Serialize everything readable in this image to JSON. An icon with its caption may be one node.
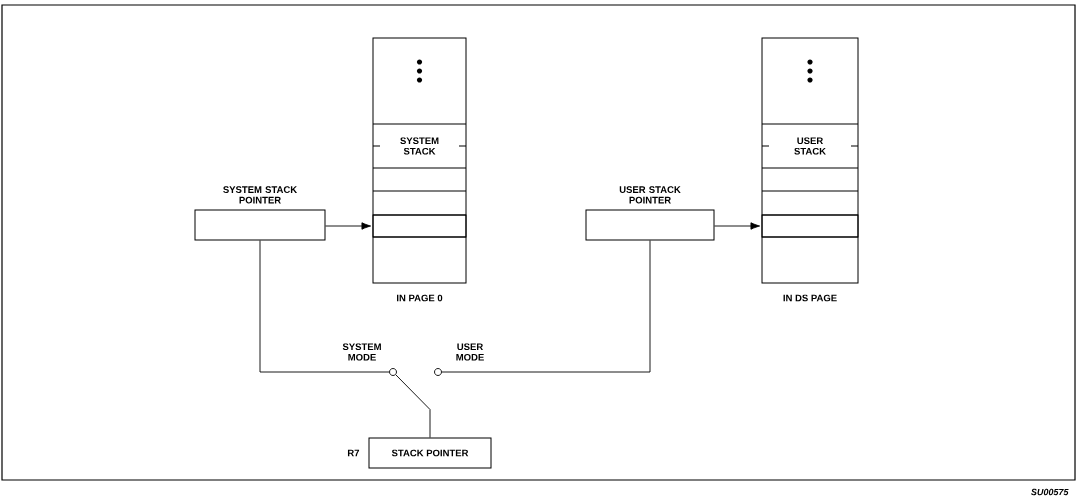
{
  "diagram": {
    "nodes": [
      {
        "text": [
          "SYSTEM STACK POINTER"
        ]
      },
      {
        "text": [
          "SYSTEM STACK"
        ],
        "beside": [
          "IN PAGE 0"
        ]
      },
      {
        "text": [],
        "shape": "box",
        "in": 1
      },
      {
        "text": [
          "USER STACK POINTER"
        ]
      },
      {
        "text": [
          "USER STACK"
        ],
        "beside": [
          "IN DS PAGE"
        ]
      },
      {
        "text": [],
        "shape": "box",
        "in": 4
      },
      {
        "text": [],
        "shape": "circle",
        "beside": [
          "SYSTEM MODE"
        ]
      },
      {
        "text": [],
        "shape": "circle",
        "beside": [
          "USER MODE"
        ]
      },
      {
        "text": [
          "STACK POINTER"
        ],
        "beside": [
          "R7"
        ]
      }
    ],
    "edges": [
      {
        "from": 0,
        "to": 2,
        "arrow": "to"
      },
      {
        "from": 3,
        "to": 5,
        "arrow": "to"
      },
      {
        "from": 0,
        "to": 6,
        "arrow": "none"
      },
      {
        "from": 3,
        "to": 7,
        "arrow": "none"
      },
      {
        "from": 8,
        "to": 6,
        "arrow": "none"
      }
    ],
    "labels": [
      "SU00575"
    ]
  }
}
